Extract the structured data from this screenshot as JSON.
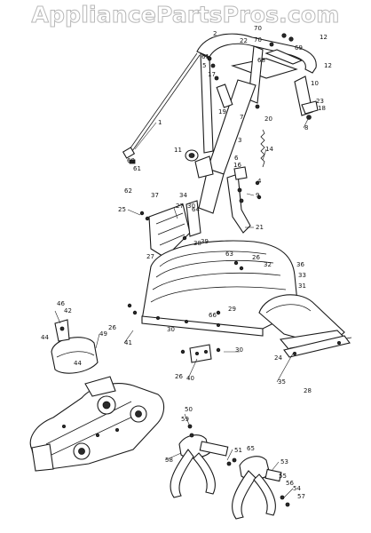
{
  "watermark": "AppliancePartsPros.com",
  "callouts": [
    {
      "n": "1"
    },
    {
      "n": "2"
    },
    {
      "n": "3"
    },
    {
      "n": "4"
    },
    {
      "n": "5"
    },
    {
      "n": "6"
    },
    {
      "n": "7"
    },
    {
      "n": "8"
    },
    {
      "n": "9"
    },
    {
      "n": "10"
    },
    {
      "n": "11"
    },
    {
      "n": "12"
    },
    {
      "n": "12"
    },
    {
      "n": "14"
    },
    {
      "n": "16"
    },
    {
      "n": "17"
    },
    {
      "n": "18"
    },
    {
      "n": "19"
    },
    {
      "n": "20"
    },
    {
      "n": "21"
    },
    {
      "n": "22"
    },
    {
      "n": "23"
    },
    {
      "n": "24"
    },
    {
      "n": "25"
    },
    {
      "n": "26"
    },
    {
      "n": "26"
    },
    {
      "n": "26"
    },
    {
      "n": "27"
    },
    {
      "n": "27"
    },
    {
      "n": "28"
    },
    {
      "n": "29"
    },
    {
      "n": "30"
    },
    {
      "n": "30"
    },
    {
      "n": "30"
    },
    {
      "n": "31"
    },
    {
      "n": "32"
    },
    {
      "n": "33"
    },
    {
      "n": "34"
    },
    {
      "n": "35"
    },
    {
      "n": "36"
    },
    {
      "n": "37"
    },
    {
      "n": "38"
    },
    {
      "n": "39"
    },
    {
      "n": "40"
    },
    {
      "n": "41"
    },
    {
      "n": "42"
    },
    {
      "n": "44"
    },
    {
      "n": "44"
    },
    {
      "n": "46"
    },
    {
      "n": "49"
    },
    {
      "n": "50"
    },
    {
      "n": "51"
    },
    {
      "n": "53"
    },
    {
      "n": "54"
    },
    {
      "n": "55"
    },
    {
      "n": "56"
    },
    {
      "n": "57"
    },
    {
      "n": "58"
    },
    {
      "n": "59"
    },
    {
      "n": "60"
    },
    {
      "n": "61"
    },
    {
      "n": "61"
    },
    {
      "n": "62"
    },
    {
      "n": "63"
    },
    {
      "n": "64"
    },
    {
      "n": "65"
    },
    {
      "n": "66"
    },
    {
      "n": "68"
    },
    {
      "n": "69"
    },
    {
      "n": "70"
    },
    {
      "n": "70"
    }
  ]
}
